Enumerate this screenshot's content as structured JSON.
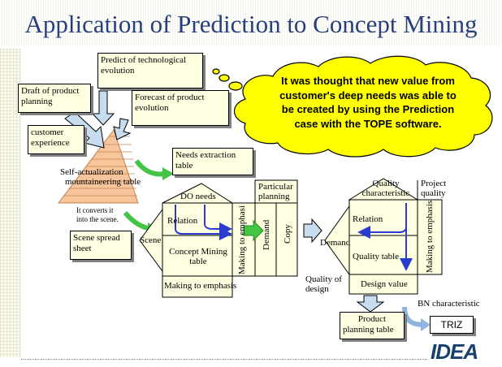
{
  "slide": {
    "title": "Application of Prediction to Concept Mining",
    "speech_lines": [
      "It was thought that new value from",
      "customer's  deep needs was able to",
      "be created by using the Prediction",
      "case with the TOPE software."
    ]
  },
  "notes": {
    "draft_lines": [
      "Draft of product",
      "planning"
    ],
    "predict_lines": [
      "Predict of technological",
      "evolution"
    ],
    "forecast_lines": [
      "Forecast of product",
      "evolution"
    ],
    "customer_lines": [
      "customer",
      "experience"
    ],
    "needs_lines": [
      "Needs extraction",
      "table"
    ],
    "scene_lines": [
      "Scene spread",
      "sheet"
    ],
    "product_lines": [
      "Product",
      "planning table"
    ]
  },
  "labels": {
    "self_act_lines": [
      "Self-actualization",
      "mountaineering table"
    ],
    "converts_lines": [
      "It converts it",
      "into the scene."
    ],
    "do_needs": "DO needs",
    "relation_left": "Relation",
    "scene": "Scene",
    "concept_lines": [
      "Concept Mining",
      "table"
    ],
    "making_emphasis": "Making to emphasis",
    "making_emphasi_v": "Making to emphasi",
    "particular_lines": [
      "Particular",
      "planning"
    ],
    "demand_v": "Demand",
    "copy_v": "Copy",
    "quality_char_lines": [
      "Quality",
      "characteristic"
    ],
    "project_lines": [
      "Project",
      "quality"
    ],
    "relation_right": "Relation",
    "demand_right": "Demand",
    "quality_table": "Quality table",
    "making_emphasis_v2": "Making to emphasis",
    "quality_design_lines": [
      "Quality of",
      "design"
    ],
    "design_value": "Design value",
    "bn_char": "BN characteristic",
    "triz": "TRIZ",
    "logo": "IDEA"
  },
  "colors": {
    "title": "#27407a",
    "pyramid": "#f7c59b",
    "speech_fill": "#ffff00",
    "blue_arrow": "#2a3bd0",
    "arrow_fill": "#c8dcf0",
    "green_arrow": "#44c444"
  }
}
